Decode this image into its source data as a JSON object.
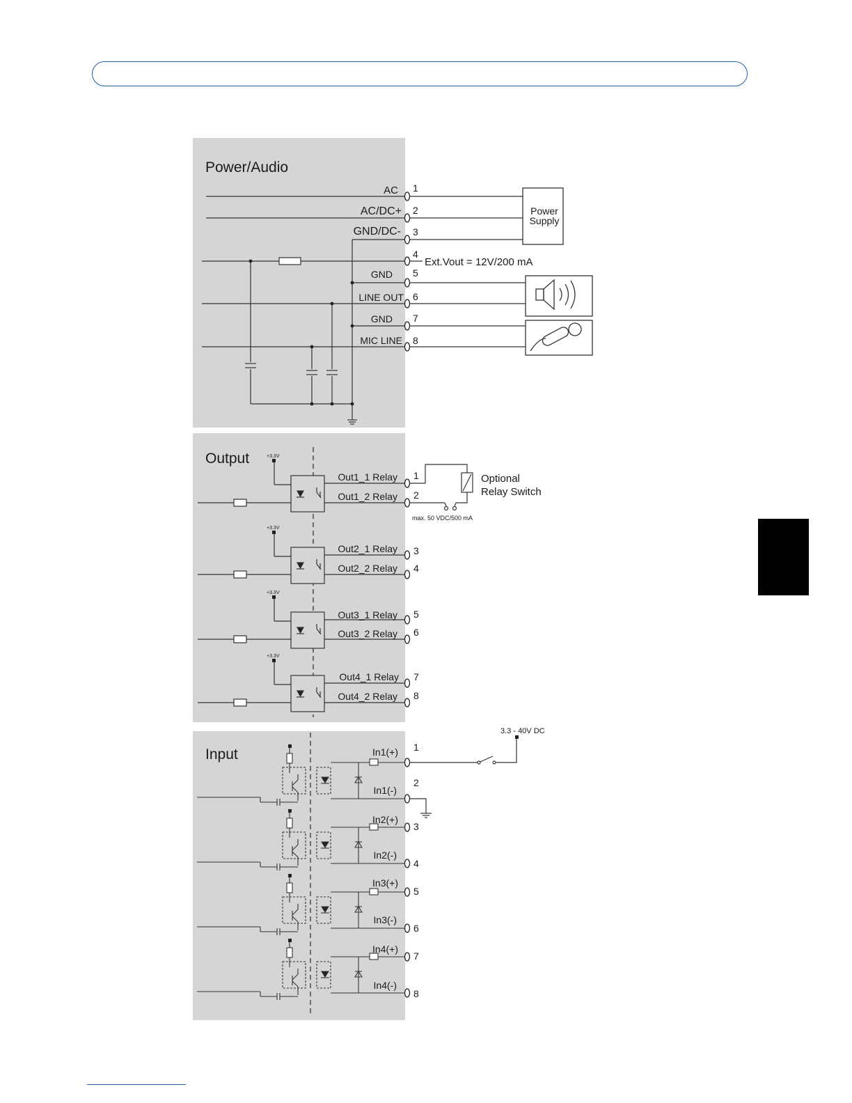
{
  "sections": {
    "power": {
      "title": "Power/Audio",
      "pins": [
        {
          "label": "AC",
          "num": "1"
        },
        {
          "label": "AC/DC+",
          "num": "2"
        },
        {
          "label": "GND/DC-",
          "num": "3"
        },
        {
          "label": "",
          "num": "4"
        },
        {
          "label": "GND",
          "num": "5"
        },
        {
          "label": "LINE OUT",
          "num": "6"
        },
        {
          "label": "GND",
          "num": "7"
        },
        {
          "label": "MIC LINE",
          "num": "8"
        }
      ],
      "vout_label": "Ext.Vout = 12V/200 mA",
      "power_supply_line1": "Power",
      "power_supply_line2": "Supply"
    },
    "output": {
      "title": "Output",
      "supply": "+3.3V",
      "pins": [
        {
          "label": "Out1_1 Relay",
          "num": "1"
        },
        {
          "label": "Out1_2 Relay",
          "num": "2"
        },
        {
          "label": "Out2_1 Relay",
          "num": "3"
        },
        {
          "label": "Out2_2 Relay",
          "num": "4"
        },
        {
          "label": "Out3_1 Relay",
          "num": "5"
        },
        {
          "label": "Out3_2 Relay",
          "num": "6"
        },
        {
          "label": "Out4_1 Relay",
          "num": "7"
        },
        {
          "label": "Out4_2 Relay",
          "num": "8"
        }
      ],
      "optional_line1": "Optional",
      "optional_line2": "Relay Switch",
      "max_rating": "max. 50 VDC/500 mA"
    },
    "input": {
      "title": "Input",
      "pins": [
        {
          "label": "In1(+)",
          "num": "1"
        },
        {
          "label": "In1(-)",
          "num": "2"
        },
        {
          "label": "In2(+)",
          "num": "3"
        },
        {
          "label": "In2(-)",
          "num": "4"
        },
        {
          "label": "In3(+)",
          "num": "5"
        },
        {
          "label": "In3(-)",
          "num": "6"
        },
        {
          "label": "In4(+)",
          "num": "7"
        },
        {
          "label": "In4(-)",
          "num": "8"
        }
      ],
      "dc_range": "3.3 - 40V DC"
    }
  }
}
